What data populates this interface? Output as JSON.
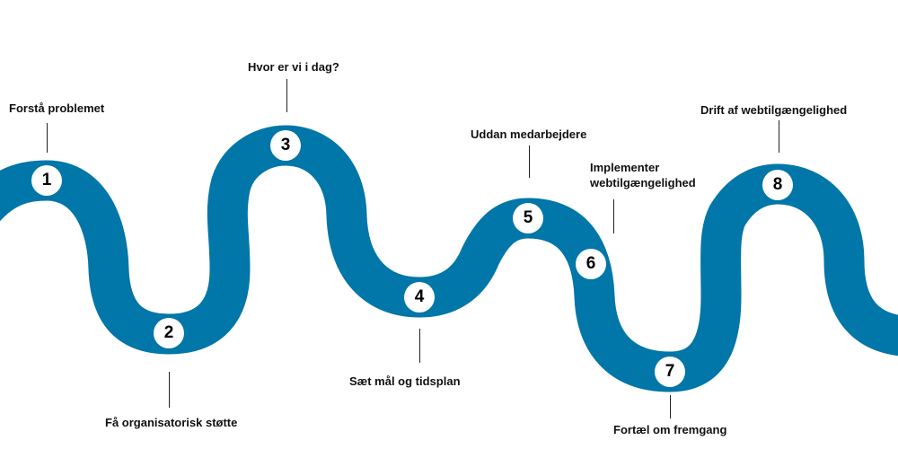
{
  "colors": {
    "road": "#0176a8",
    "marker": "#ffffff"
  },
  "steps": [
    {
      "number": "1",
      "label": "Forstå problemet"
    },
    {
      "number": "2",
      "label": "Få organisatorisk støtte"
    },
    {
      "number": "3",
      "label": "Hvor er vi i dag?"
    },
    {
      "number": "4",
      "label": "Sæt mål og tidsplan"
    },
    {
      "number": "5",
      "label": "Uddan medarbejdere"
    },
    {
      "number": "6",
      "label_line1": "Implementer",
      "label_line2": "webtilgængelighed"
    },
    {
      "number": "7",
      "label": "Fortæl om fremgang"
    },
    {
      "number": "8",
      "label": "Drift af webtilgængelighed"
    }
  ]
}
